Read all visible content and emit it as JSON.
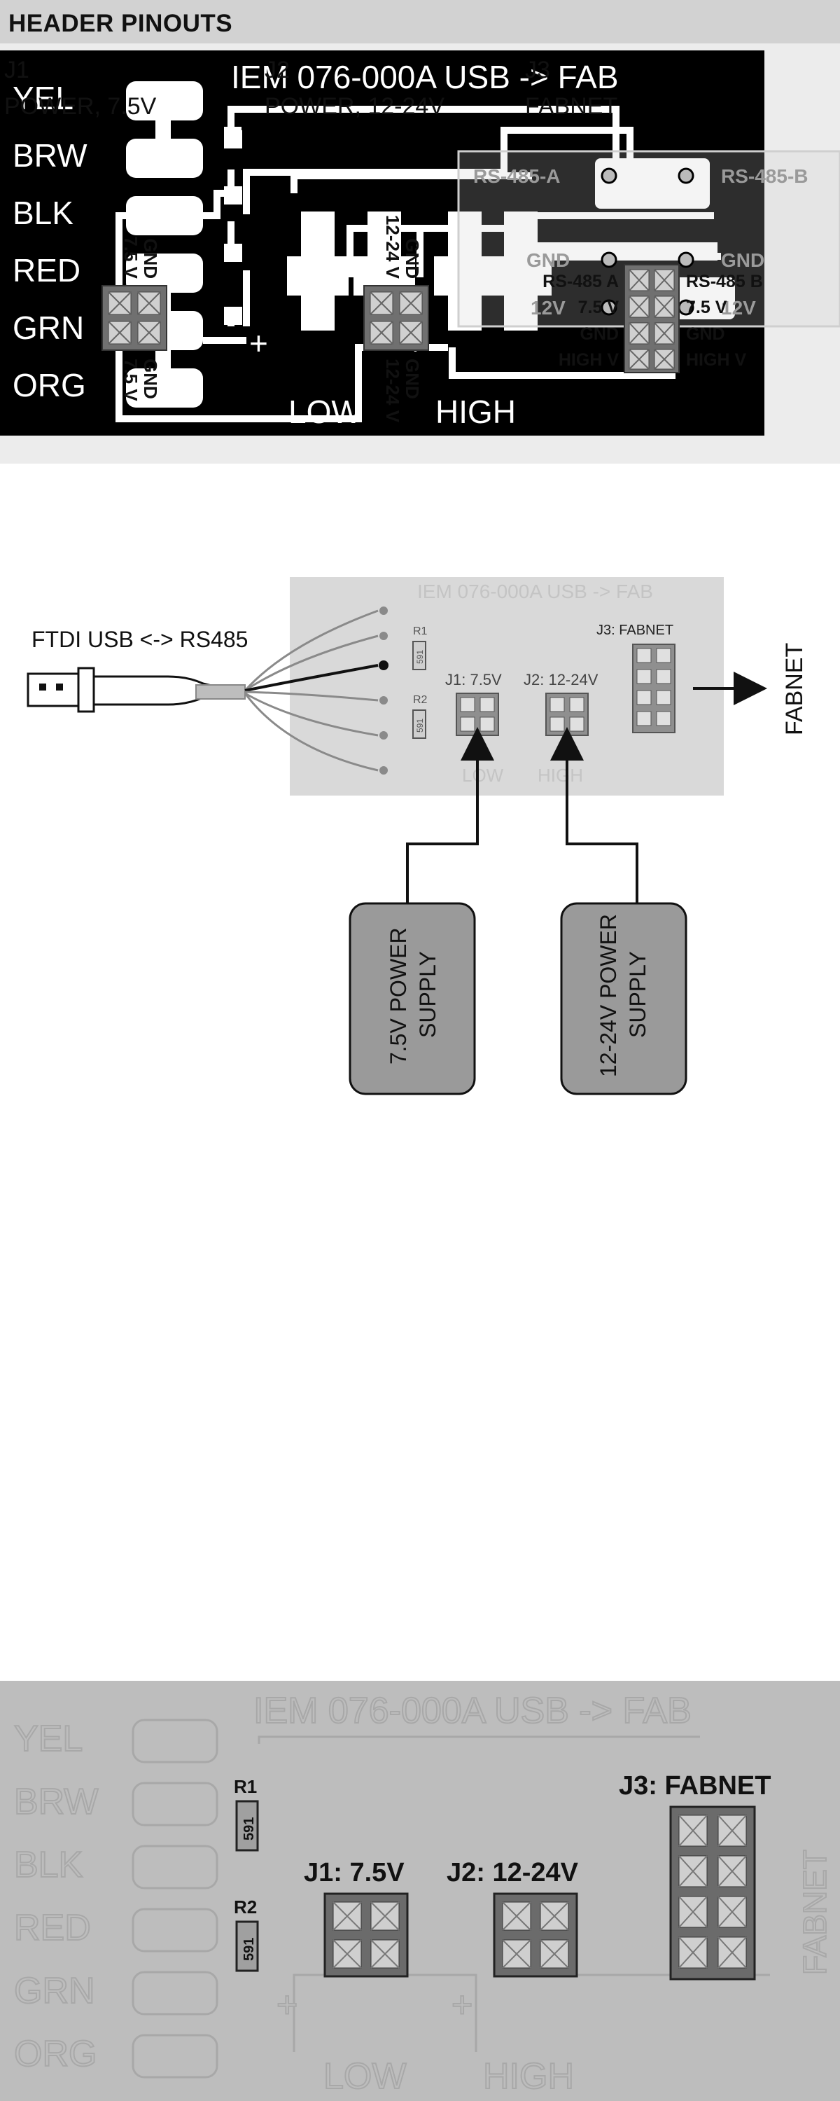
{
  "pcb_layout": {
    "title": "IEM 076-000A  USB -> FAB",
    "wire_labels": [
      "YEL",
      "BRW",
      "BLK",
      "RED",
      "GRN",
      "ORG"
    ],
    "overlay_pins": {
      "rs485_a": "RS-485-A",
      "rs485_b": "RS-485-B",
      "gnd_left": "GND",
      "gnd_right": "GND",
      "v12_left": "12V",
      "v12_right": "12V"
    },
    "plus_left": "+",
    "plus_right": "+",
    "low_label": "LOW",
    "high_label": "HIGH",
    "colors": {
      "board": "#000000",
      "trace": "#ffffff",
      "overlay": "#cfcfcf"
    }
  },
  "wiring_diagram": {
    "cable_label": "FTDI USB <-> RS485",
    "board_title": "IEM 076-000A  USB -> FAB",
    "r1": "R1",
    "r2": "R2",
    "resistor_value": "591",
    "j1_label": "J1: 7.5V",
    "j2_label": "J2: 12-24V",
    "j3_label": "J3: FABNET",
    "low_label": "LOW",
    "high_label": "HIGH",
    "output_label": "FABNET",
    "supply_a": [
      "7.5V POWER",
      "SUPPLY"
    ],
    "supply_b": [
      "12-24V POWER",
      "SUPPLY"
    ],
    "colors": {
      "board": "#d9d9d9",
      "supply_box": "#9a9a9a"
    }
  },
  "header_pinouts": {
    "title": "HEADER PINOUTS",
    "columns": [
      {
        "id": "J1",
        "desc": "POWER, 7.5V"
      },
      {
        "id": "J2",
        "desc": "POWER, 12-24V"
      },
      {
        "id": "J3",
        "desc": "FABNET"
      }
    ],
    "j1_pins": {
      "top_a": "7.5 V",
      "top_b": "GND",
      "bottom_a": "7.5 V",
      "bottom_b": "GND"
    },
    "j2_pins": {
      "top_a": "12-24 V",
      "top_b": "GND",
      "bottom_a": "12-24 V",
      "bottom_b": "GND"
    },
    "j3_pins": {
      "left": [
        "RS-485 A",
        "7.5 V",
        "GND",
        "HIGH V"
      ],
      "right": [
        "RS-485 B",
        "7.5 V",
        "GND",
        "HIGH V"
      ]
    },
    "colors": {
      "panel": "#ececec",
      "header_bar": "#d2d2d2",
      "connector": "#707070"
    }
  },
  "silkscreen": {
    "title": "IEM 076-000A  USB -> FAB",
    "wire_labels": [
      "YEL",
      "BRW",
      "BLK",
      "RED",
      "GRN",
      "ORG"
    ],
    "r1": "R1",
    "r2": "R2",
    "resistor_value": "591",
    "j1_label": "J1: 7.5V",
    "j2_label": "J2: 12-24V",
    "j3_label": "J3: FABNET",
    "side_label": "FABNET",
    "plus_left": "+",
    "plus_right": "+",
    "low_label": "LOW",
    "high_label": "HIGH",
    "colors": {
      "board": "#bdbdbd",
      "ghost": "#cdcdcd",
      "connector": "#6b6b6b"
    }
  }
}
